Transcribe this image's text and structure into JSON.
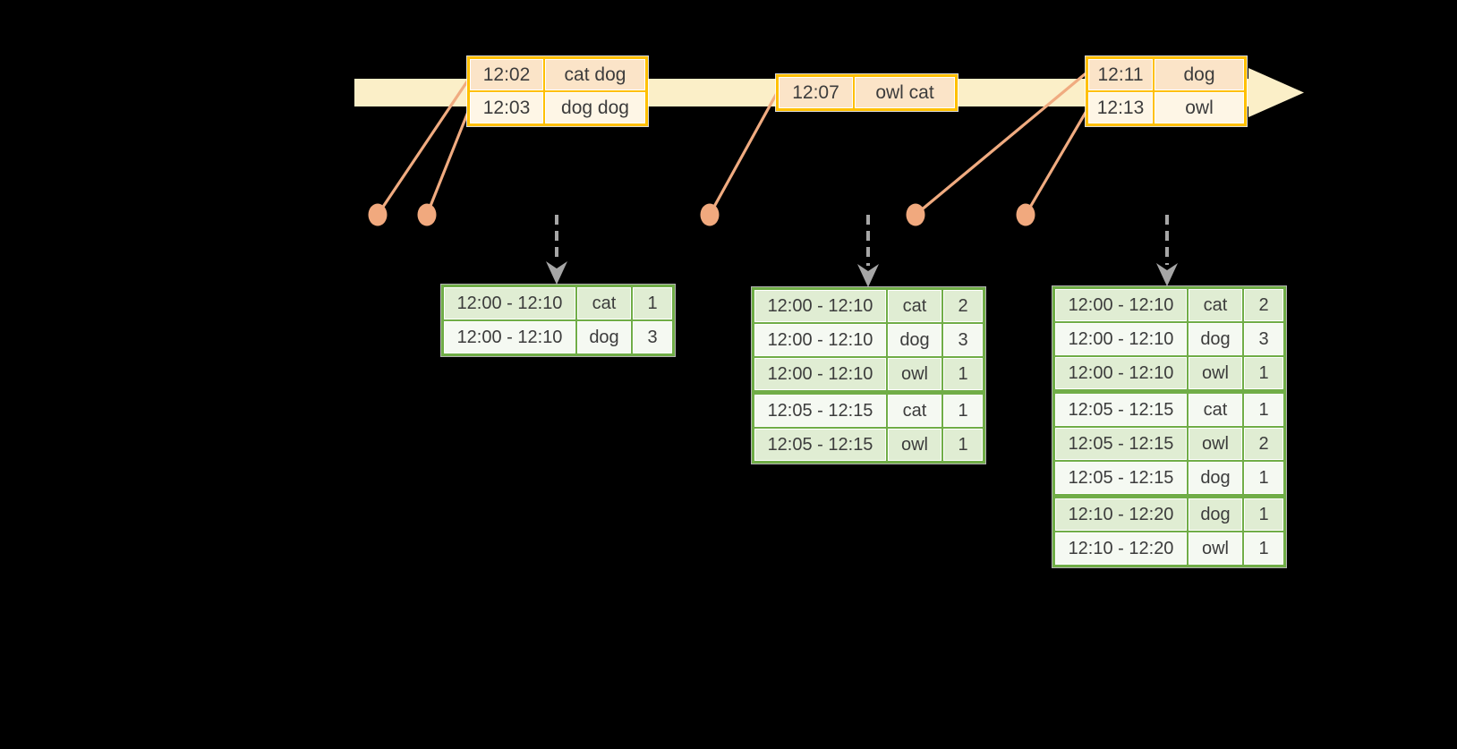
{
  "colors": {
    "background": "#000000",
    "timeline_fill": "#FBEFC8",
    "event_table_border": "#FFC000",
    "event_row_fill": "#FBE4C8",
    "event_row_fill_alt": "#FEF6E6",
    "event_marker": "#F1A97E",
    "trigger_arrow": "#A6A6A6",
    "result_table_border": "#70AD47",
    "result_row_fill": "#E0EDD3",
    "result_row_fill_alt": "#F5F9F2",
    "text": "#3C3C3C"
  },
  "event_tables": [
    {
      "rows": [
        {
          "time": "12:02",
          "words": "cat dog"
        },
        {
          "time": "12:03",
          "words": "dog dog"
        }
      ]
    },
    {
      "rows": [
        {
          "time": "12:07",
          "words": "owl cat"
        }
      ]
    },
    {
      "rows": [
        {
          "time": "12:11",
          "words": "dog"
        },
        {
          "time": "12:13",
          "words": "owl"
        }
      ]
    }
  ],
  "result_tables": [
    {
      "groups": [
        {
          "rows": [
            {
              "window": "12:00 - 12:10",
              "word": "cat",
              "count": "1"
            },
            {
              "window": "12:00 - 12:10",
              "word": "dog",
              "count": "3"
            }
          ]
        }
      ]
    },
    {
      "groups": [
        {
          "rows": [
            {
              "window": "12:00 - 12:10",
              "word": "cat",
              "count": "2"
            },
            {
              "window": "12:00 - 12:10",
              "word": "dog",
              "count": "3"
            },
            {
              "window": "12:00 - 12:10",
              "word": "owl",
              "count": "1"
            }
          ]
        },
        {
          "rows": [
            {
              "window": "12:05 - 12:15",
              "word": "cat",
              "count": "1"
            },
            {
              "window": "12:05 - 12:15",
              "word": "owl",
              "count": "1"
            }
          ]
        }
      ]
    },
    {
      "groups": [
        {
          "rows": [
            {
              "window": "12:00 - 12:10",
              "word": "cat",
              "count": "2"
            },
            {
              "window": "12:00 - 12:10",
              "word": "dog",
              "count": "3"
            },
            {
              "window": "12:00 - 12:10",
              "word": "owl",
              "count": "1"
            }
          ]
        },
        {
          "rows": [
            {
              "window": "12:05 - 12:15",
              "word": "cat",
              "count": "1"
            },
            {
              "window": "12:05 - 12:15",
              "word": "owl",
              "count": "2"
            },
            {
              "window": "12:05 - 12:15",
              "word": "dog",
              "count": "1"
            }
          ]
        },
        {
          "rows": [
            {
              "window": "12:10 - 12:20",
              "word": "dog",
              "count": "1"
            },
            {
              "window": "12:10 - 12:20",
              "word": "owl",
              "count": "1"
            }
          ]
        }
      ]
    }
  ]
}
